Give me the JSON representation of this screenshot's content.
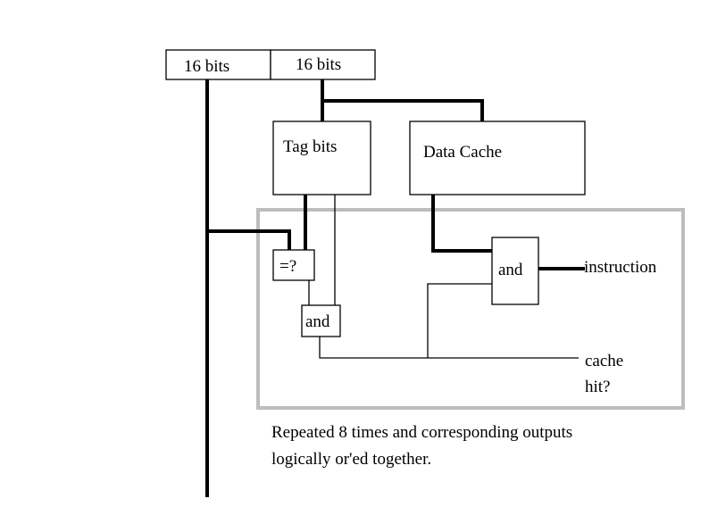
{
  "address": {
    "left_field": "16 bits",
    "right_field": "16 bits"
  },
  "tag_bits": "Tag bits",
  "data_cache": "Data Cache",
  "compare": "=?",
  "and_gate_hit": "and",
  "and_gate_instruction": "and",
  "output_instruction": "instruction",
  "output_cache_hit": {
    "line1": "cache",
    "line2": "hit?"
  },
  "caption": {
    "line1": "Repeated 8 times and corresponding outputs",
    "line2": "logically or'ed together."
  }
}
